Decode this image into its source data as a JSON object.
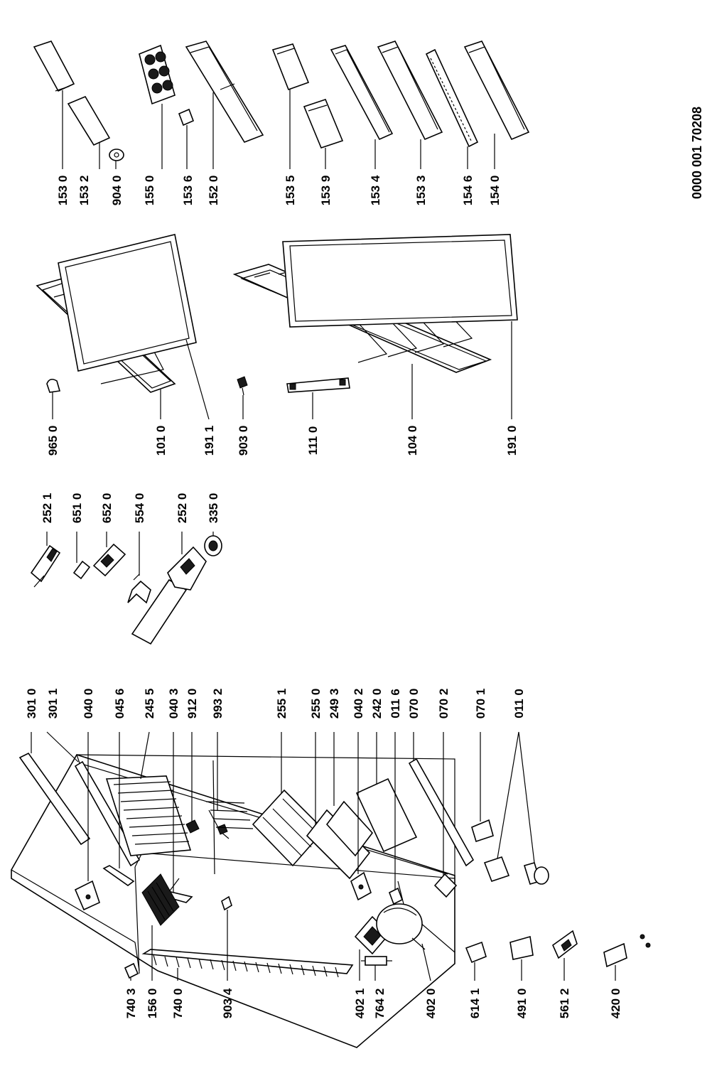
{
  "document_number": "0000 001 70208",
  "labels": {
    "p1530": "153 0",
    "p1532": "153 2",
    "p9040": "904 0",
    "p1550": "155 0",
    "p1536": "153 6",
    "p1520": "152 0",
    "p1535": "153 5",
    "p1539": "153 9",
    "p1534": "153 4",
    "p1533": "153 3",
    "p1546": "154 6",
    "p1540": "154 0",
    "p9650": "965 0",
    "p1010": "101 0",
    "p1911": "191 1",
    "p9030": "903 0",
    "p1110": "111 0",
    "p1040": "104 0",
    "p1910": "191 0",
    "p2521": "252 1",
    "p6510": "651 0",
    "p6520": "652 0",
    "p5540": "554 0",
    "p2520": "252 0",
    "p3350": "335 0",
    "p3010": "301 0",
    "p3011": "301 1",
    "p0400": "040 0",
    "p0456": "045 6",
    "p2455": "245 5",
    "p0403": "040 3",
    "p9120": "912 0",
    "p9932": "993 2",
    "p2551": "255 1",
    "p2550": "255 0",
    "p2493": "249 3",
    "p0402": "040 2",
    "p2420": "242 0",
    "p0116": "011 6",
    "p0700": "070 0",
    "p0702": "070 2",
    "p0701": "070 1",
    "p0110": "011 0",
    "p7403": "740 3",
    "p1560": "156 0",
    "p7400": "740 0",
    "p9034": "903 4",
    "p4021": "402 1",
    "p7642": "764 2",
    "p4020": "402 0",
    "p6141": "614 1",
    "p4910": "491 0",
    "p5612": "561 2",
    "p4200": "420 0"
  }
}
